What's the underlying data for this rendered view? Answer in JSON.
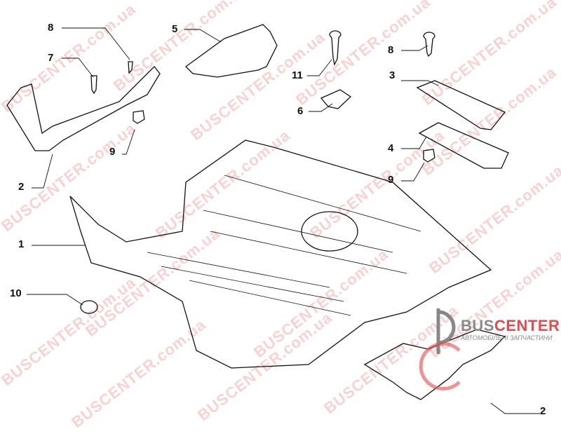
{
  "watermark": "BUSCENTER.com.ua",
  "logo": {
    "part1": "BUS",
    "part2": "CENTER",
    "subtitle": "АВТОМОБІЛЬНІ ЗАПЧАСТИНИ",
    "gray": "#8a8a8a",
    "red": "#e24b4b"
  },
  "callouts": [
    "8",
    "7",
    "5",
    "11",
    "8",
    "3",
    "6",
    "9",
    "4",
    "9",
    "2",
    "1",
    "10",
    "2"
  ]
}
